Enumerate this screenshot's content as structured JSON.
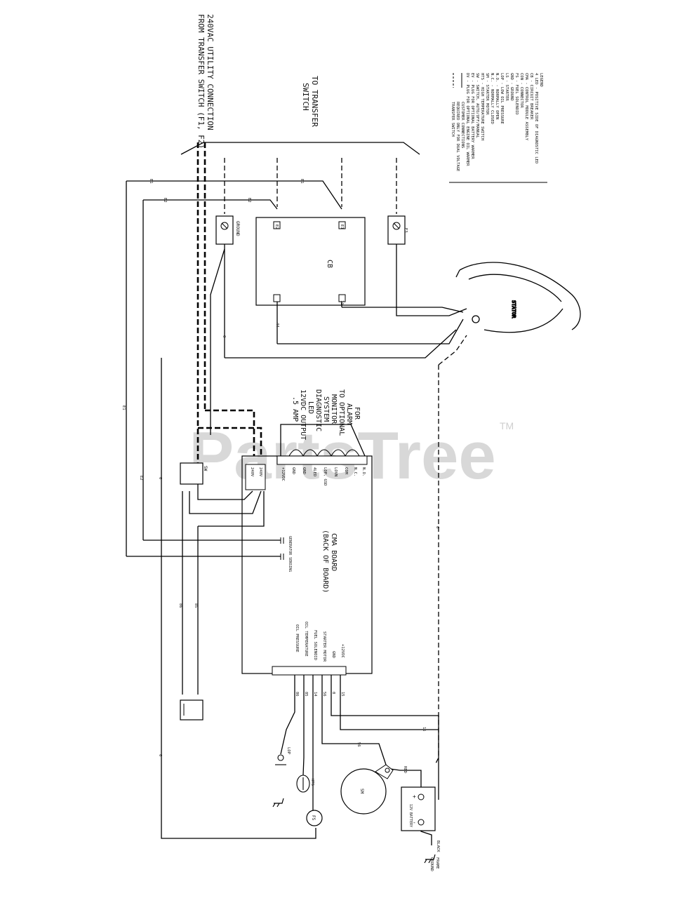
{
  "watermark": {
    "text": "PartsTree",
    "tm": "TM",
    "color": "#d8d8d8"
  },
  "labels": {
    "utility": [
      "240VAC UTILITY CONNECTION",
      "FROM TRANSFER SWITCH (F1, F2)"
    ],
    "transfer": [
      "TO TRANSFER",
      "SWITCH"
    ],
    "cb": "CB",
    "e1": "E1",
    "e2": "E2",
    "e3": "E3",
    "t1": "11",
    "t44": "44",
    "t0": "0",
    "ground": "GROUND",
    "stator": "STATOR",
    "cma": [
      "CMA BOARD",
      "(BACK OF BOARD)"
    ],
    "options": [
      "FOR",
      "ALARM",
      "TO OPTIONAL",
      "MONITOR",
      "SYSTEM",
      "DIAGNOSTIC",
      "LED",
      "12VDC OUTPUT",
      ".5 AMP"
    ],
    "board_top_pins": [
      "+12VDC",
      "GND",
      "GND",
      "4LED",
      "LOP, GSD",
      "LOVN",
      "COM",
      "N.C.",
      "N.O."
    ],
    "board_left_pins": [
      "240V",
      "240V"
    ],
    "board_bottom_pins": [
      "+12VDC",
      "GND",
      "STARTER MOTOR",
      "FUEL SOLENOID",
      "OIL TEMPERATURE",
      "OIL PRESSURE"
    ],
    "wire_nums": [
      "15",
      "0",
      "56",
      "14",
      "85",
      "86"
    ],
    "sw": "SW",
    "gen_sensing": "GENERATOR SENSING",
    "ls": "LS",
    "lop": "LOP",
    "hts": "HTS",
    "sm": "SM",
    "fs": "FS",
    "red": "RED",
    "black": "BLACK",
    "battery": "12V BATTERY",
    "plus": "+",
    "minus": "-",
    "frame": [
      "FRAME",
      "GROUND"
    ],
    "w0": "0",
    "w15": "15",
    "w56": "56",
    "w85": "85",
    "w86": "86",
    "w6": "6"
  },
  "legend": {
    "title": "LEGEND",
    "items": [
      "4 LED - POSITIVE SIDE OF DIAGNOSTIC LED",
      "CB   - CIRCUIT BREAKER",
      "CMA  - CONTROL MODULE ASSEMBLY",
      "CON  - CONNECTOR",
      "FS   - FUEL SOLENOID",
      "GND  - GROUND",
      "LS   - STARTER",
      "LOP  - LOW OIL PRESSURE",
      "N.O. - NORMALLY OPEN",
      "N.C. - NORMALLY CLOSED",
      "SM   - STARTER MOTOR",
      "HTS  - HIGH TEMPERATURE SWITCH",
      "SW   - SWITCH, AUTO/OFF/MANUAL",
      "EV   - PLUG FOR OPTIONAL BATTERY WARMER",
      "DV   - PLUG FOR OPTIONAL ENGINE OIL WARMER"
    ],
    "line_notes": [
      "CUSTOMER CONNECTIONS",
      "REQUIRED ONLY FOR DUAL VOLTAGE",
      "TRANSFER SWITCH"
    ]
  }
}
